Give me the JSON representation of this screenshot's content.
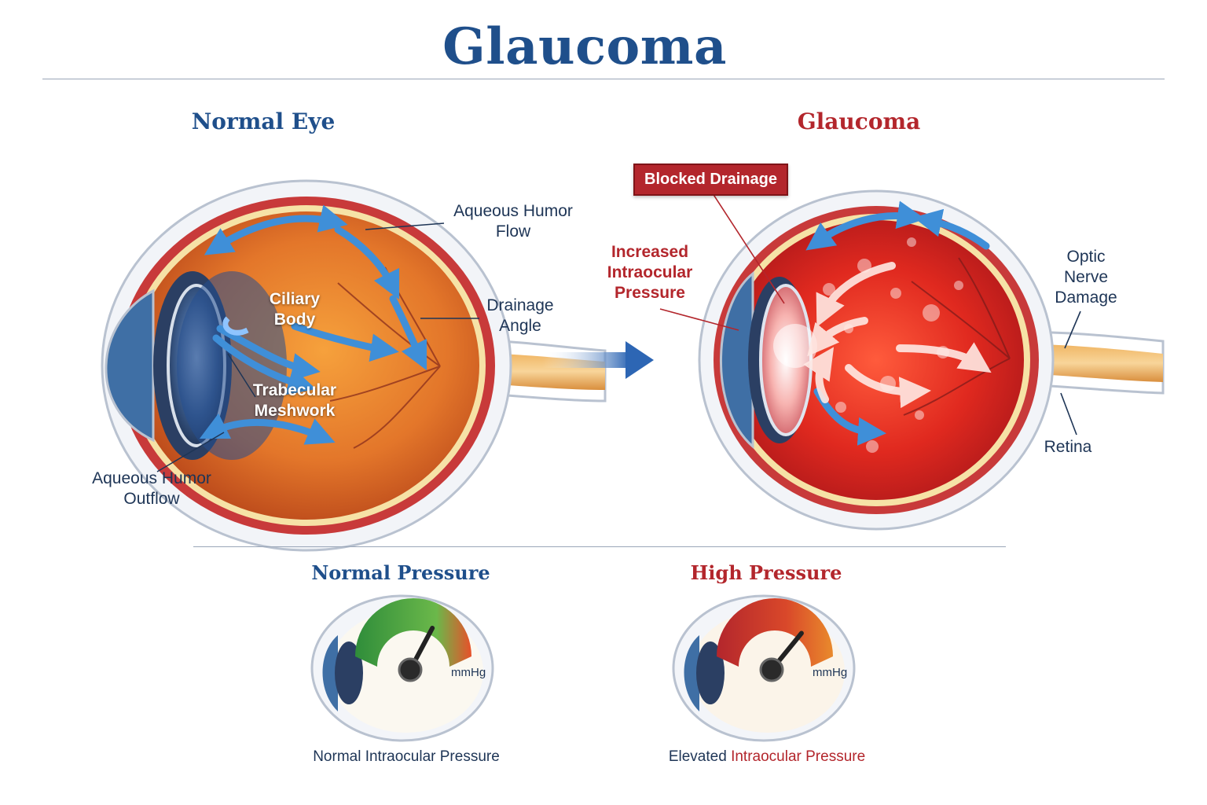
{
  "title": "Glaucoma",
  "normal_eye": {
    "heading": "Normal Eye",
    "labels": {
      "aqueous_flow": [
        "Aqueous Humor",
        "Flow"
      ],
      "ciliary_body": [
        "Ciliary",
        "Body"
      ],
      "drainage_angle": [
        "Drainage",
        "Angle"
      ],
      "trabecular": [
        "Trabecular",
        "Meshwork"
      ],
      "aqueous_outflow": [
        "Aqueous Humor",
        "Outflow"
      ]
    }
  },
  "glaucoma_eye": {
    "heading": "Glaucoma",
    "blocked_tag": "Blocked Drainage",
    "labels": {
      "increased_pressure": [
        "Increased",
        "Intraocular",
        "Pressure"
      ],
      "optic_nerve": [
        "Optic",
        "Nerve",
        "Damage"
      ],
      "retina": "Retina"
    }
  },
  "pressure": {
    "normal": {
      "heading": "Normal Pressure",
      "unit": "mmHg",
      "caption": "Normal Intraocular Pressure",
      "needle_level": 0.7
    },
    "high": {
      "heading": "High Pressure",
      "unit": "mmHg",
      "caption_prefix": "Elevated ",
      "caption_accent": "Intraocular Pressure",
      "needle_level": 0.78
    }
  },
  "colors": {
    "title_blue": "#1f4f8b",
    "alert_red": "#b3262c",
    "flow_blue": "#3f8fd8",
    "eyeball_orange": "#e0772b",
    "eyeball_red": "#d62a20"
  }
}
